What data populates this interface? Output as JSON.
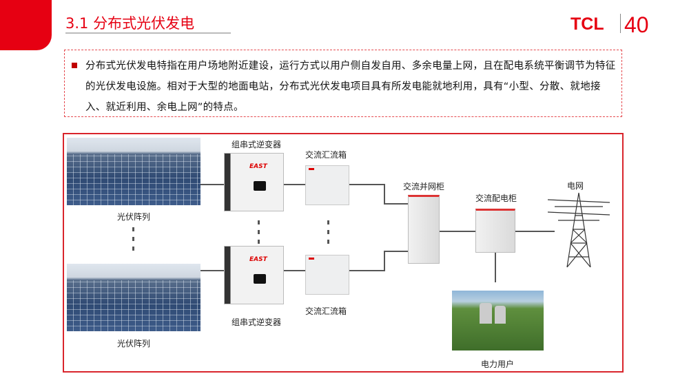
{
  "header": {
    "title": "3.1 分布式光伏发电",
    "logo_text": "TCL",
    "logo_number": "40"
  },
  "intro": {
    "text": "分布式光伏发电特指在用户场地附近建设，运行方式以用户侧自发自用、多余电量上网，且在配电系统平衡调节为特征的光伏发电设施。相对于大型的地面电站，分布式光伏发电项目具有所发电能就地利用，具有“小型、分散、就地接入、就近利用、余电上网”的特点。"
  },
  "diagram": {
    "pv_array_top": "光伏阵列",
    "pv_array_bottom": "光伏阵列",
    "inverter_top": "组串式逆变器",
    "inverter_bottom": "组串式逆变器",
    "inverter_brand": "EAST",
    "combiner_top": "交流汇流箱",
    "combiner_bottom": "交流汇流箱",
    "grid_cabinet": "交流并网柜",
    "distribution_cabinet": "交流配电柜",
    "grid": "电网",
    "power_user": "电力用户"
  },
  "colors": {
    "accent": "#e60012"
  }
}
